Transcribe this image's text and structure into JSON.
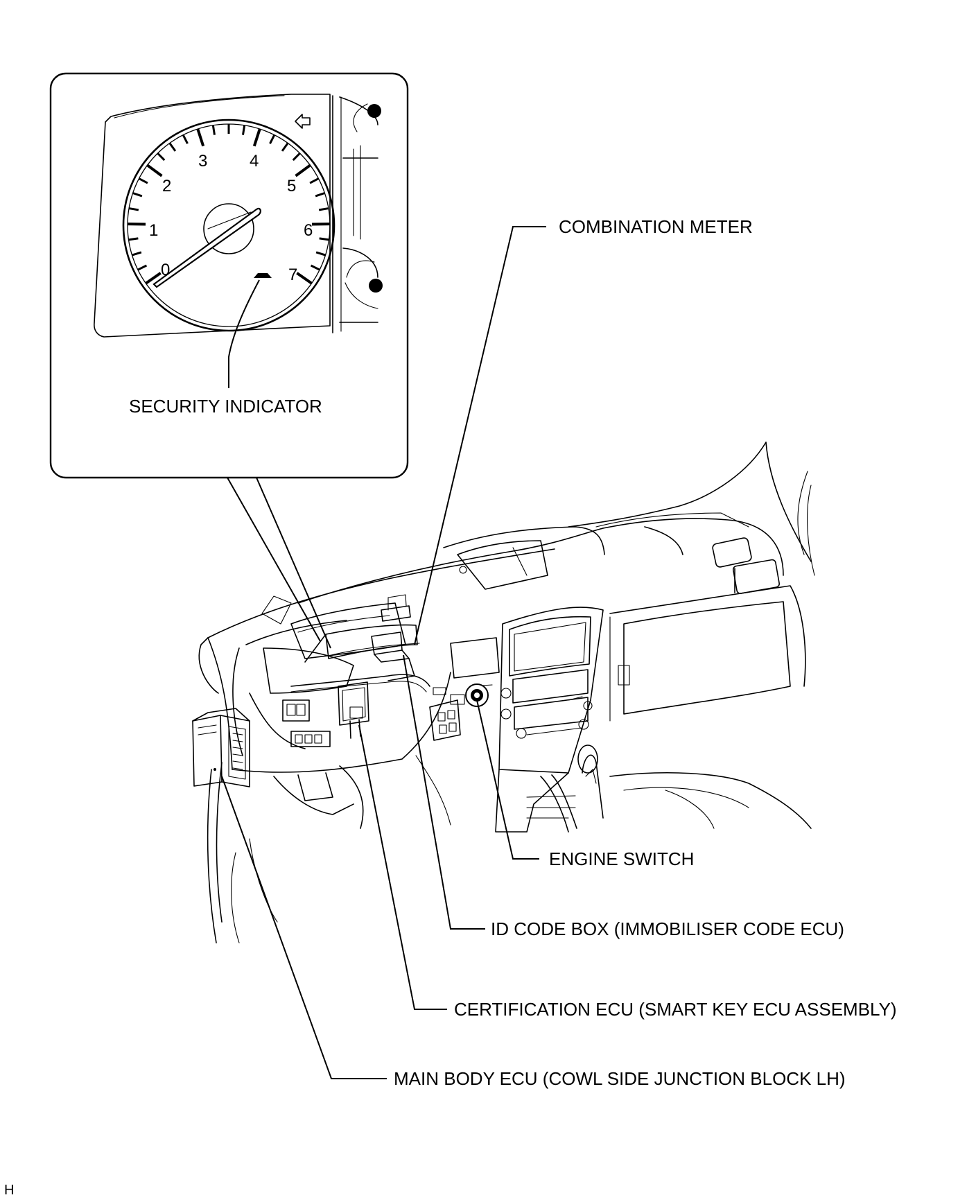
{
  "callouts": {
    "combination_meter": "COMBINATION METER",
    "security_indicator": "SECURITY INDICATOR",
    "engine_switch": "ENGINE SWITCH",
    "id_code_box": "ID CODE BOX (IMMOBILISER CODE ECU)",
    "certification_ecu": "CERTIFICATION ECU (SMART KEY ECU ASSEMBLY)",
    "main_body_ecu": "MAIN BODY ECU (COWL SIDE JUNCTION BLOCK LH)"
  },
  "gauge": {
    "numbers": [
      "0",
      "1",
      "2",
      "3",
      "4",
      "5",
      "6",
      "7"
    ]
  },
  "corner_mark": "H"
}
